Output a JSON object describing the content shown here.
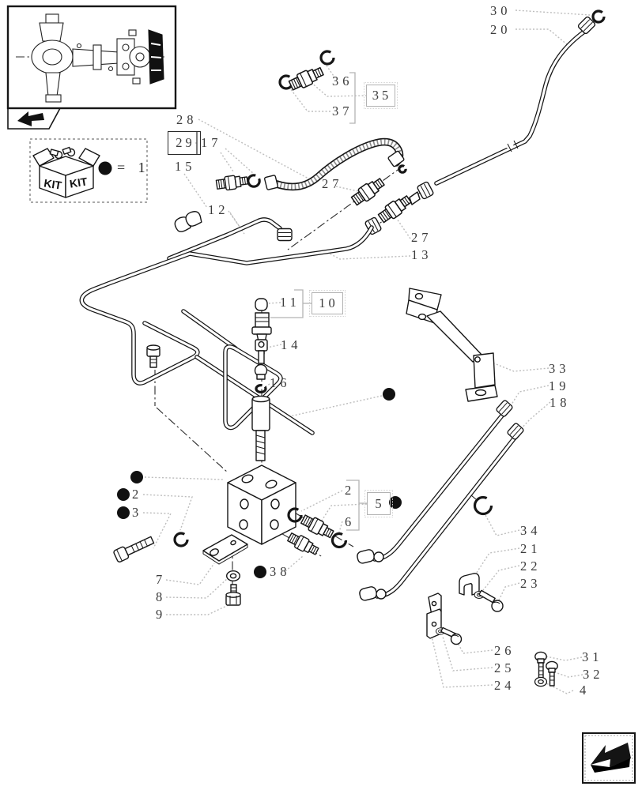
{
  "legend": {
    "kit": "KIT",
    "equation": "= 1"
  },
  "callouts": {
    "c30": "30",
    "c20": "20",
    "c36": "36",
    "c35": "35",
    "c37": "37",
    "c28": "28",
    "c29": "29",
    "c17": "17",
    "c15": "15",
    "c27a": "27",
    "c12": "12",
    "c27b": "27",
    "c13": "13",
    "c11": "11",
    "c10": "10",
    "c14": "14",
    "c16": "16",
    "c33": "33",
    "c19": "19",
    "c18": "18",
    "c2l": "2",
    "c3": "3",
    "c2r": "2",
    "c5": "5",
    "c6": "6",
    "c38": "38",
    "c7": "7",
    "c8": "8",
    "c9": "9",
    "c34": "34",
    "c21": "21",
    "c22": "22",
    "c23": "23",
    "c26": "26",
    "c25": "25",
    "c24": "24",
    "c31": "31",
    "c32": "32",
    "c4": "4"
  }
}
